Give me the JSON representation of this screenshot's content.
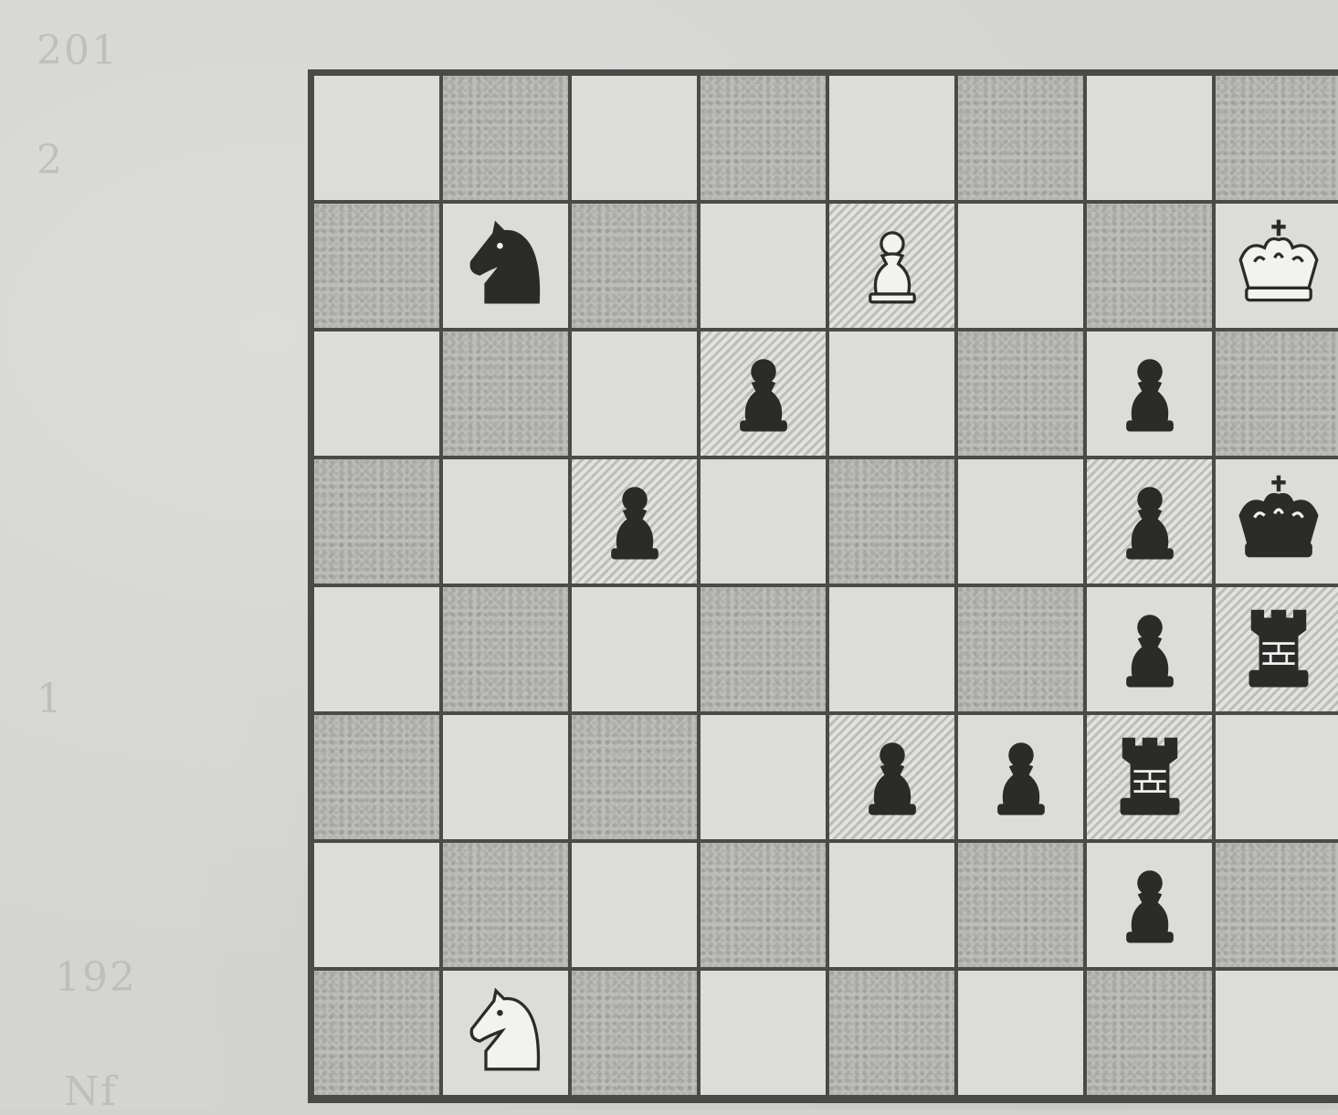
{
  "puzzle": {
    "orientation": "white-bottom",
    "margin_scraps": [
      "201",
      "2",
      "1",
      "192",
      "Nf"
    ],
    "squares": [
      [
        "",
        "",
        "",
        "",
        "",
        "",
        "",
        ""
      ],
      [
        "",
        "n",
        "",
        "",
        "P",
        "",
        "",
        "K"
      ],
      [
        "",
        "",
        "",
        "p",
        "",
        "",
        "p",
        ""
      ],
      [
        "",
        "",
        "p",
        "",
        "",
        "",
        "p",
        "k"
      ],
      [
        "",
        "",
        "",
        "",
        "",
        "",
        "p",
        "r"
      ],
      [
        "",
        "",
        "",
        "",
        "p",
        "p",
        "r",
        ""
      ],
      [
        "",
        "",
        "",
        "",
        "",
        "",
        "p",
        ""
      ],
      [
        "",
        "N",
        "",
        "",
        "",
        "",
        "",
        ""
      ]
    ],
    "hatched": [
      "e7",
      "d6",
      "c5",
      "g5",
      "h4",
      "e3",
      "g3"
    ],
    "colors": {
      "paper": "#d4d4d2",
      "light_square": "#dcdcda",
      "dark_square": "#bdbdbb",
      "ink": "#2b2b29",
      "grid": "#4a4a48"
    }
  }
}
